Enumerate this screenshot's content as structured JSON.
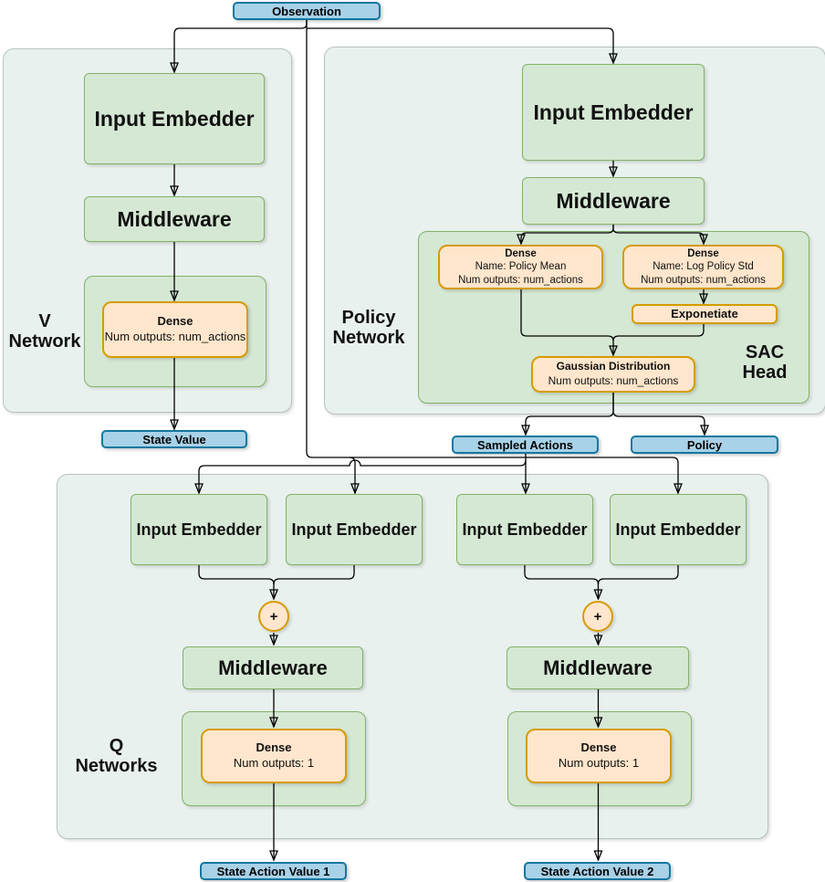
{
  "terminals": {
    "observation": "Observation",
    "state_value": "State Value",
    "sampled_actions": "Sampled Actions",
    "policy": "Policy",
    "state_action_value_1": "State Action Value 1",
    "state_action_value_2": "State Action Value 2"
  },
  "labels": {
    "input_embedder": "Input Embedder",
    "middleware": "Middleware",
    "plus": "+"
  },
  "dense": {
    "v": {
      "title": "Dense",
      "outputs": "Num outputs: num_actions"
    },
    "policy_mean": {
      "title": "Dense",
      "name": "Name: Policy Mean",
      "outputs": "Num outputs: num_actions"
    },
    "log_policy_std": {
      "title": "Dense",
      "name": "Name: Log Policy Std",
      "outputs": "Num outputs: num_actions"
    },
    "exponetiate": "Exponetiate",
    "gaussian": {
      "title": "Gaussian Distribution",
      "outputs": "Num outputs: num_actions"
    },
    "q": {
      "title": "Dense",
      "outputs": "Num outputs: 1"
    }
  },
  "groups": {
    "v_network": {
      "line1": "V",
      "line2": "Network"
    },
    "policy_network": {
      "line1": "Policy",
      "line2": "Network"
    },
    "sac_head": {
      "line1": "SAC",
      "line2": "Head"
    },
    "q_networks": {
      "line1": "Q",
      "line2": "Networks"
    }
  },
  "colors": {
    "terminal_fill": "#a8d2e8",
    "terminal_border": "#13779f",
    "green_fill": "#d5e8d4",
    "green_border": "#82b366",
    "orange_fill": "#ffe6cc",
    "orange_border": "#d79b00",
    "container_fill": "#e9f1ef",
    "container_border": "#b7c2c0",
    "connector": "#000000"
  }
}
